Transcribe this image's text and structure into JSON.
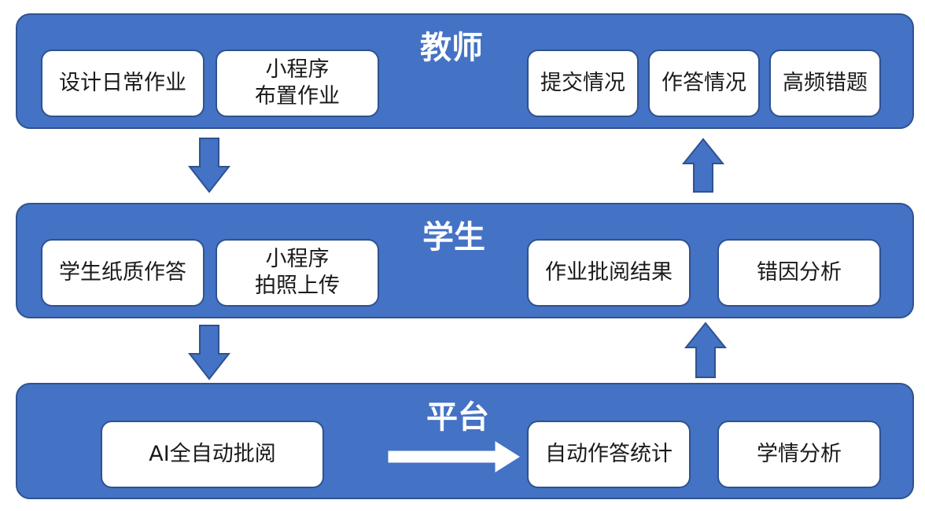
{
  "colors": {
    "panel_fill": "#4472c4",
    "panel_border": "#2f528f",
    "box_fill": "#ffffff",
    "box_border": "#2f528f",
    "title_text": "#ffffff",
    "arrow_fill": "#4472c4",
    "white_arrow_fill": "#ffffff"
  },
  "teacher": {
    "title": "教师",
    "boxes": [
      "设计日常作业",
      "小程序\n布置作业",
      "提交情况",
      "作答情况",
      "高频错题"
    ]
  },
  "student": {
    "title": "学生",
    "boxes": [
      "学生纸质作答",
      "小程序\n拍照上传",
      "作业批阅结果",
      "错因分析"
    ]
  },
  "platform": {
    "title": "平台",
    "boxes": [
      "AI全自动批阅",
      "自动作答统计",
      "学情分析"
    ]
  },
  "arrows": [
    {
      "id": "teacher-to-student",
      "direction": "down"
    },
    {
      "id": "student-to-platform",
      "direction": "down"
    },
    {
      "id": "platform-to-student",
      "direction": "up"
    },
    {
      "id": "student-to-teacher",
      "direction": "up"
    },
    {
      "id": "ai-to-stats",
      "direction": "right"
    }
  ]
}
